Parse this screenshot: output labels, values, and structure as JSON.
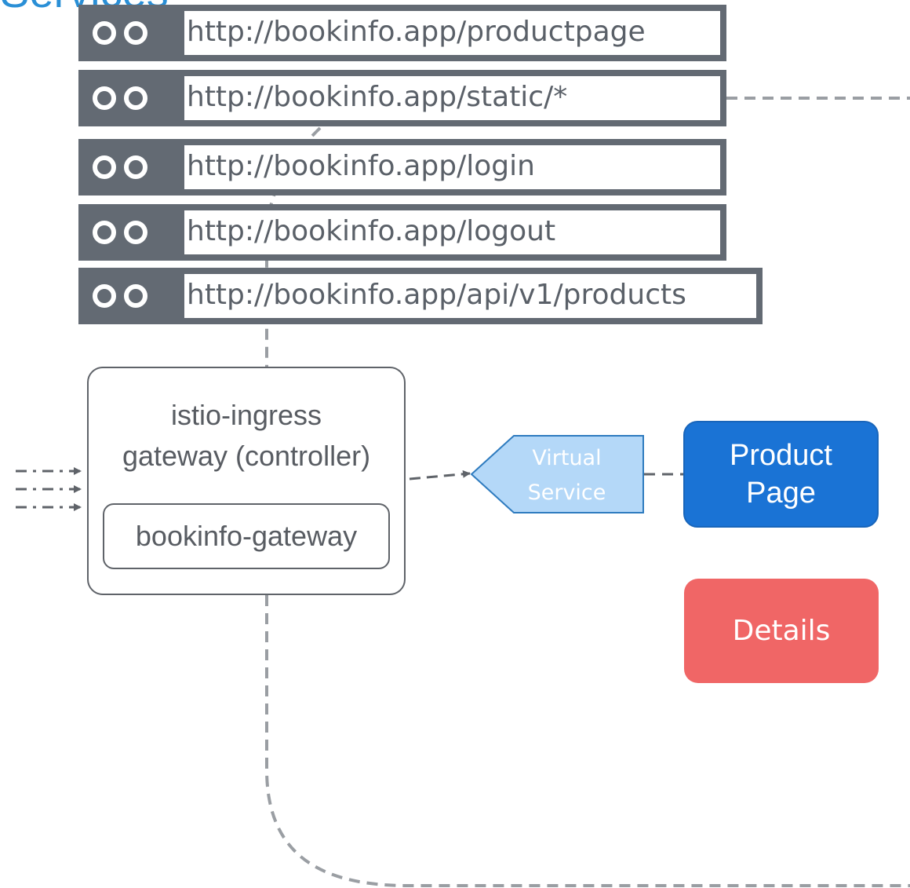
{
  "header": {
    "title": "Services"
  },
  "urls": [
    "http://bookinfo.app/productpage",
    "http://bookinfo.app/static/*",
    "http://bookinfo.app/login",
    "http://bookinfo.app/logout",
    "http://bookinfo.app/api/v1/products"
  ],
  "gateway": {
    "title_line1": "istio-ingress",
    "title_line2": "gateway (controller)",
    "inner_label": "bookinfo-gateway"
  },
  "virtual_service": {
    "line1": "Virtual",
    "line2": "Service"
  },
  "services": {
    "product_line1": "Product",
    "product_line2": "Page",
    "details": "Details"
  },
  "colors": {
    "url_frame": "#636a73",
    "connector": "#9a9ea3",
    "header": "#2a8fd6",
    "virtual_service": "#b4d8f8",
    "product_page": "#1a73d5",
    "details": "#f06666"
  }
}
